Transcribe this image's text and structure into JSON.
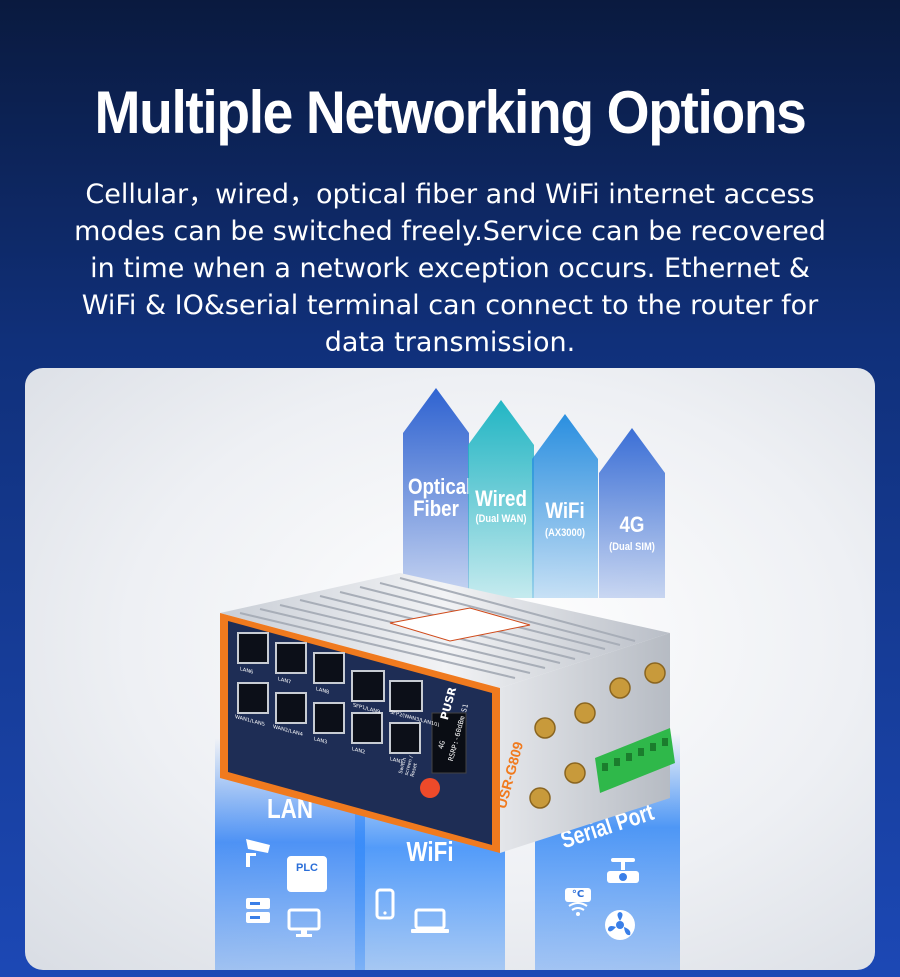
{
  "header": {
    "title": "Multiple Networking Options",
    "description_lines": [
      "Cellular，wired，optical fiber and WiFi internet access",
      "modes can be switched freely.Service can be recovered",
      "in time when a network exception occurs. Ethernet &",
      "WiFi & IO&serial terminal can connect to the router for",
      "data transmission."
    ]
  },
  "arrows": [
    {
      "main": "Optical",
      "main2": "Fiber",
      "sub": "",
      "color": "#2f63d1"
    },
    {
      "main": "Wired",
      "main2": "",
      "sub": "(Dual WAN)",
      "color": "#22b6c4"
    },
    {
      "main": "WiFi",
      "main2": "",
      "sub": "(AX3000)",
      "color": "#2a8fe0"
    },
    {
      "main": "4G",
      "main2": "",
      "sub": "(Dual SIM)",
      "color": "#3b6fd6"
    }
  ],
  "columns": {
    "lan": {
      "title": "LAN",
      "plc_label": "PLC"
    },
    "wifi": {
      "title": "WiFi"
    },
    "serial": {
      "title": "Serial Port",
      "temp_label": "°C"
    }
  },
  "device": {
    "brand": "PUSR",
    "model": "USR-G809",
    "screen_line1": "4G",
    "screen_line2": "RSRP:-60dBm S1",
    "port_labels": [
      "LAN6",
      "LAN7",
      "LAN8",
      "WAN1/LAN5",
      "WAN2/LAN4",
      "LAN3",
      "LAN2",
      "LAN1",
      "SFP1/LAN9",
      "SFP2(WAN3/LAN10)"
    ],
    "button_label": "Switch screen / Reset"
  },
  "colors": {
    "accent_orange": "#f07a1e",
    "navy": "#0a1a3f"
  }
}
